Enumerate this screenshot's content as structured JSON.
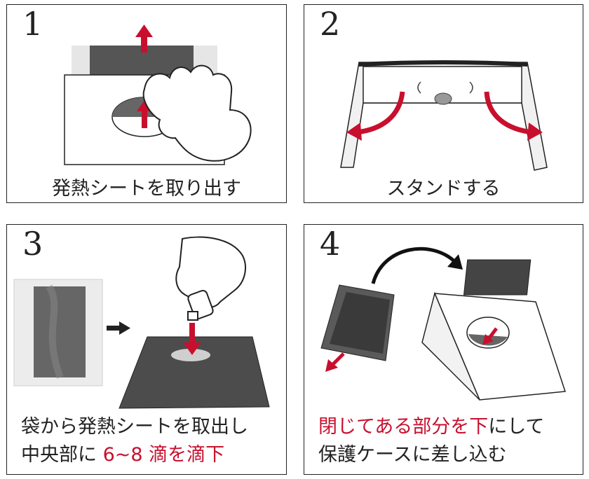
{
  "steps": [
    {
      "number": "1",
      "caption": "発熱シートを取り出す"
    },
    {
      "number": "2",
      "caption": "スタンドする"
    },
    {
      "number": "3",
      "line1": "袋から発熱シートを取出し",
      "line2_plain": "中央部に",
      "line2_red": "6~8 滴を滴下"
    },
    {
      "number": "4",
      "line1_red": "閉じてある部分を下",
      "line1_plain": "にして",
      "line2": "保護ケースに差し込む"
    }
  ],
  "colors": {
    "accent": "#c8102e",
    "sheet": "#5a5a5a",
    "outline": "#222222"
  }
}
